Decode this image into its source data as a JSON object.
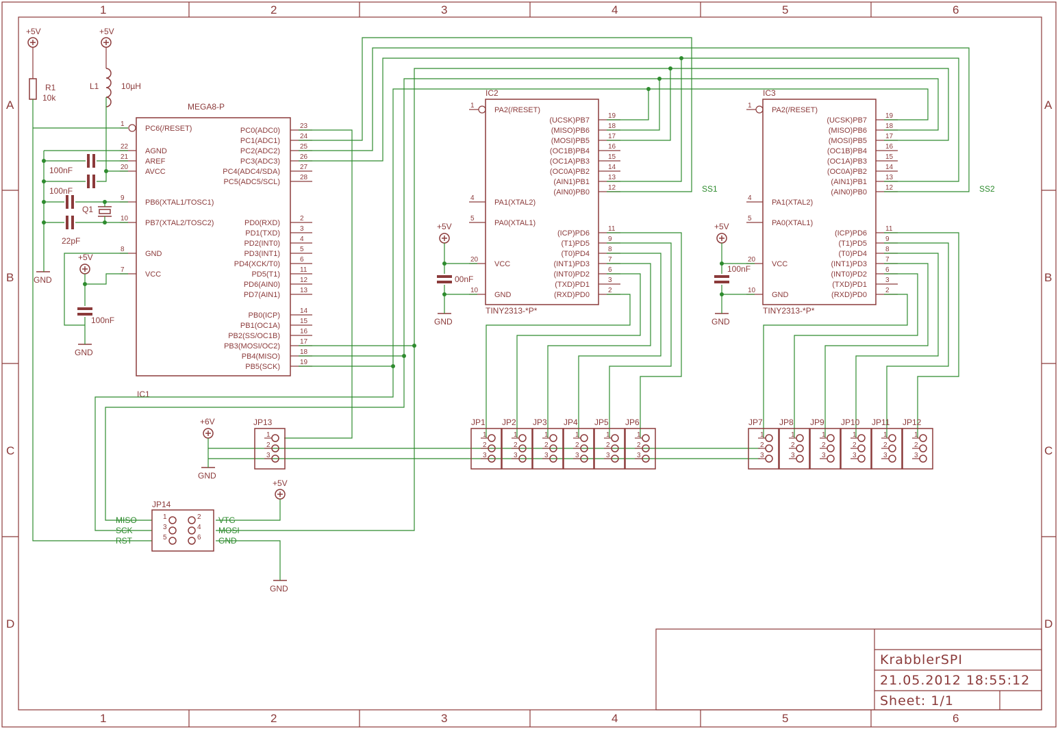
{
  "frame": {
    "cols": [
      "1",
      "2",
      "3",
      "4",
      "5",
      "6"
    ],
    "rows": [
      "A",
      "B",
      "C",
      "D"
    ]
  },
  "title_block": {
    "title": "KrabblerSPI",
    "datetime": "21.05.2012 18:55:12",
    "sheet": "Sheet: 1/1"
  },
  "ic1": {
    "type": "MEGA8-P",
    "name": "IC1",
    "left_pins": [
      {
        "num": "1",
        "name": "PC6(/RESET)"
      },
      {
        "num": "22",
        "name": "AGND"
      },
      {
        "num": "21",
        "name": "AREF"
      },
      {
        "num": "20",
        "name": "AVCC"
      },
      {
        "num": "9",
        "name": "PB6(XTAL1/TOSC1)"
      },
      {
        "num": "10",
        "name": "PB7(XTAL2/TOSC2)"
      },
      {
        "num": "8",
        "name": "GND"
      },
      {
        "num": "7",
        "name": "VCC"
      }
    ],
    "right_pins": [
      {
        "num": "23",
        "name": "PC0(ADC0)"
      },
      {
        "num": "24",
        "name": "PC1(ADC1)"
      },
      {
        "num": "25",
        "name": "PC2(ADC2)"
      },
      {
        "num": "26",
        "name": "PC3(ADC3)"
      },
      {
        "num": "27",
        "name": "PC4(ADC4/SDA)"
      },
      {
        "num": "28",
        "name": "PC5(ADC5/SCL)"
      },
      {
        "num": "2",
        "name": "PD0(RXD)"
      },
      {
        "num": "3",
        "name": "PD1(TXD)"
      },
      {
        "num": "4",
        "name": "PD2(INT0)"
      },
      {
        "num": "5",
        "name": "PD3(INT1)"
      },
      {
        "num": "6",
        "name": "PD4(XCK/T0)"
      },
      {
        "num": "11",
        "name": "PD5(T1)"
      },
      {
        "num": "12",
        "name": "PD6(AIN0)"
      },
      {
        "num": "13",
        "name": "PD7(AIN1)"
      },
      {
        "num": "14",
        "name": "PB0(ICP)"
      },
      {
        "num": "15",
        "name": "PB1(OC1A)"
      },
      {
        "num": "16",
        "name": "PB2(SS/OC1B)"
      },
      {
        "num": "17",
        "name": "PB3(MOSI/OC2)"
      },
      {
        "num": "18",
        "name": "PB4(MISO)"
      },
      {
        "num": "19",
        "name": "PB5(SCK)"
      }
    ]
  },
  "tiny": [
    {
      "name": "IC2",
      "type": "TINY2313-*P*",
      "ss": "SS1",
      "left_pins": [
        {
          "num": "1",
          "name": "PA2(/RESET)"
        },
        {
          "num": "4",
          "name": "PA1(XTAL2)"
        },
        {
          "num": "5",
          "name": "PA0(XTAL1)"
        },
        {
          "num": "20",
          "name": "VCC"
        },
        {
          "num": "10",
          "name": "GND"
        }
      ],
      "right_pins": [
        {
          "num": "19",
          "name": "(UCSK)PB7"
        },
        {
          "num": "18",
          "name": "(MISO)PB6"
        },
        {
          "num": "17",
          "name": "(MOSI)PB5"
        },
        {
          "num": "16",
          "name": "(OC1B)PB4"
        },
        {
          "num": "15",
          "name": "(OC1A)PB3"
        },
        {
          "num": "14",
          "name": "(OC0A)PB2"
        },
        {
          "num": "13",
          "name": "(AIN1)PB1"
        },
        {
          "num": "12",
          "name": "(AIN0)PB0"
        },
        {
          "num": "11",
          "name": "(ICP)PD6"
        },
        {
          "num": "9",
          "name": "(T1)PD5"
        },
        {
          "num": "8",
          "name": "(T0)PD4"
        },
        {
          "num": "7",
          "name": "(INT1)PD3"
        },
        {
          "num": "6",
          "name": "(INT0)PD2"
        },
        {
          "num": "3",
          "name": "(TXD)PD1"
        },
        {
          "num": "2",
          "name": "(RXD)PD0"
        }
      ],
      "supply": "+5V",
      "gnd": "GND",
      "cap": "00nF"
    },
    {
      "name": "IC3",
      "type": "TINY2313-*P*",
      "ss": "SS2",
      "left_pins": [
        {
          "num": "1",
          "name": "PA2(/RESET)"
        },
        {
          "num": "4",
          "name": "PA1(XTAL2)"
        },
        {
          "num": "5",
          "name": "PA0(XTAL1)"
        },
        {
          "num": "20",
          "name": "VCC"
        },
        {
          "num": "10",
          "name": "GND"
        }
      ],
      "right_pins": [
        {
          "num": "19",
          "name": "(UCSK)PB7"
        },
        {
          "num": "18",
          "name": "(MISO)PB6"
        },
        {
          "num": "17",
          "name": "(MOSI)PB5"
        },
        {
          "num": "16",
          "name": "(OC1B)PB4"
        },
        {
          "num": "15",
          "name": "(OC1A)PB3"
        },
        {
          "num": "14",
          "name": "(OC0A)PB2"
        },
        {
          "num": "13",
          "name": "(AIN1)PB1"
        },
        {
          "num": "12",
          "name": "(AIN0)PB0"
        },
        {
          "num": "11",
          "name": "(ICP)PD6"
        },
        {
          "num": "9",
          "name": "(T1)PD5"
        },
        {
          "num": "8",
          "name": "(T0)PD4"
        },
        {
          "num": "7",
          "name": "(INT1)PD3"
        },
        {
          "num": "6",
          "name": "(INT0)PD2"
        },
        {
          "num": "3",
          "name": "(TXD)PD1"
        },
        {
          "num": "2",
          "name": "(RXD)PD0"
        }
      ],
      "supply": "+5V",
      "gnd": "GND",
      "cap": "100nF"
    }
  ],
  "components": {
    "r1_name": "R1",
    "r1_value": "10k",
    "l1_name": "L1",
    "l1_value": "10µH",
    "c_aref": "100nF",
    "c_avcc": "100nF",
    "q1": "Q1",
    "c_xtal": "22pF",
    "c_vcc": "100nF",
    "supply_5v": "+5V",
    "supply_6v": "+6V",
    "gnd": "GND"
  },
  "headers3": [
    "JP1",
    "JP2",
    "JP3",
    "JP4",
    "JP5",
    "JP6",
    "JP7",
    "JP8",
    "JP9",
    "JP10",
    "JP11",
    "JP12"
  ],
  "jp13": "JP13",
  "pin_nums": [
    "1",
    "2",
    "3"
  ],
  "jp14": {
    "name": "JP14",
    "left_signals": [
      "MISO",
      "SCK",
      "RST"
    ],
    "right_signals": [
      "VTG",
      "MOSI",
      "GND"
    ],
    "left_nums": [
      "1",
      "3",
      "5"
    ],
    "right_nums": [
      "2",
      "4",
      "6"
    ]
  }
}
